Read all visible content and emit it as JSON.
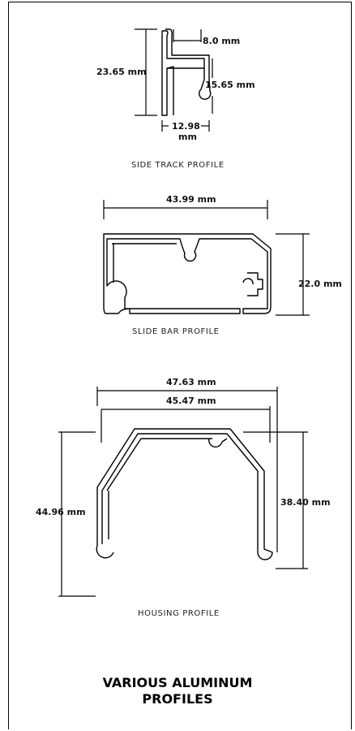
{
  "side_track": {
    "dim_height": "23.65 mm",
    "dim_top": "8.0 mm",
    "dim_inner": "15.65 mm",
    "dim_width_line1": "12.98",
    "dim_width_line2": "mm",
    "caption": "SIDE TRACK PROFILE"
  },
  "slide_bar": {
    "dim_width": "43.99 mm",
    "dim_height": "22.0 mm",
    "caption": "SLIDE BAR PROFILE"
  },
  "housing": {
    "dim_outer_width": "47.63 mm",
    "dim_inner_width": "45.47 mm",
    "dim_left_height": "44.96 mm",
    "dim_right_height": "38.40 mm",
    "caption": "HOUSING PROFILE"
  },
  "title": {
    "line1": "VARIOUS ALUMINUM",
    "line2": "PROFILES"
  }
}
